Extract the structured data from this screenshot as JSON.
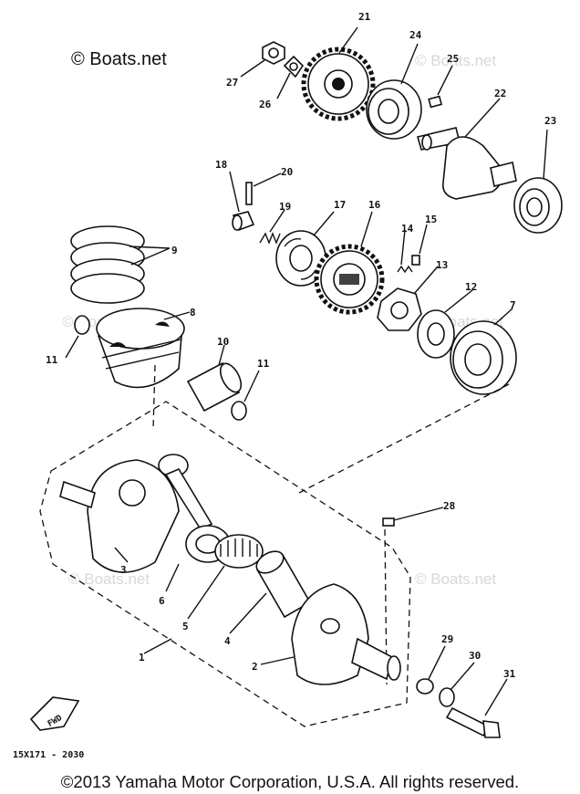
{
  "site_watermark": "© Boats.net",
  "faint_watermark": "© Boats.net",
  "diagram_code": "15X171 - 2030",
  "fwd_label": "FWD",
  "footer": "©2013 Yamaha Motor Corporation, U.S.A. All rights reserved.",
  "callouts": {
    "p1": "1",
    "p2": "2",
    "p3": "3",
    "p4": "4",
    "p5": "5",
    "p6": "6",
    "p7": "7",
    "p8": "8",
    "p9": "9",
    "p10": "10",
    "p11a": "11",
    "p11b": "11",
    "p12": "12",
    "p13": "13",
    "p14": "14",
    "p15": "15",
    "p16": "16",
    "p17": "17",
    "p18": "18",
    "p19": "19",
    "p20": "20",
    "p21": "21",
    "p22": "22",
    "p23": "23",
    "p24": "24",
    "p25": "25",
    "p26": "26",
    "p27": "27",
    "p28": "28",
    "p29": "29",
    "p30": "30",
    "p31": "31"
  }
}
